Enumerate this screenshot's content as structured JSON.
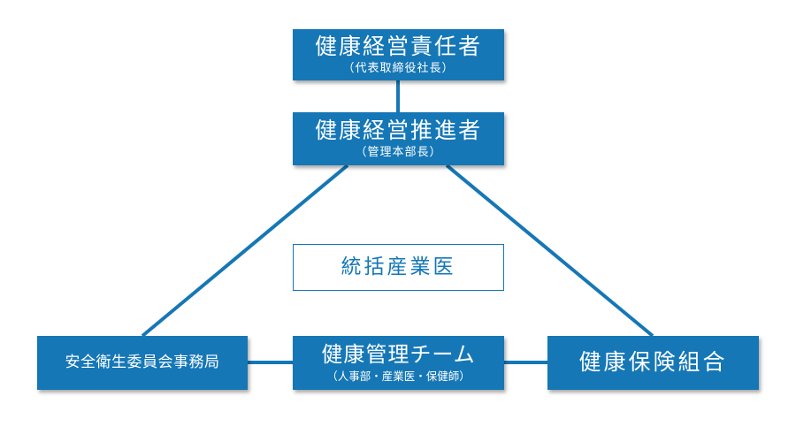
{
  "colors": {
    "primary": "#1577b6",
    "text_on_primary": "#ffffff",
    "background": "#ffffff"
  },
  "nodes": {
    "ceo": {
      "title": "健康経営責任者",
      "subtitle": "（代表取締役社長）"
    },
    "promoter": {
      "title": "健康経営推進者",
      "subtitle": "（管理本部長）"
    },
    "doctor": {
      "title": "統括産業医"
    },
    "safety": {
      "title": "安全衛生委員会事務局"
    },
    "team": {
      "title": "健康管理チーム",
      "subtitle": "（人事部・産業医・保健師）"
    },
    "kenpo": {
      "title": "健康保険組合"
    }
  },
  "connections": [
    {
      "from": "ceo",
      "to": "promoter"
    },
    {
      "from": "promoter",
      "to": "safety"
    },
    {
      "from": "promoter",
      "to": "kenpo"
    },
    {
      "from": "safety",
      "to": "team"
    },
    {
      "from": "team",
      "to": "kenpo"
    }
  ]
}
